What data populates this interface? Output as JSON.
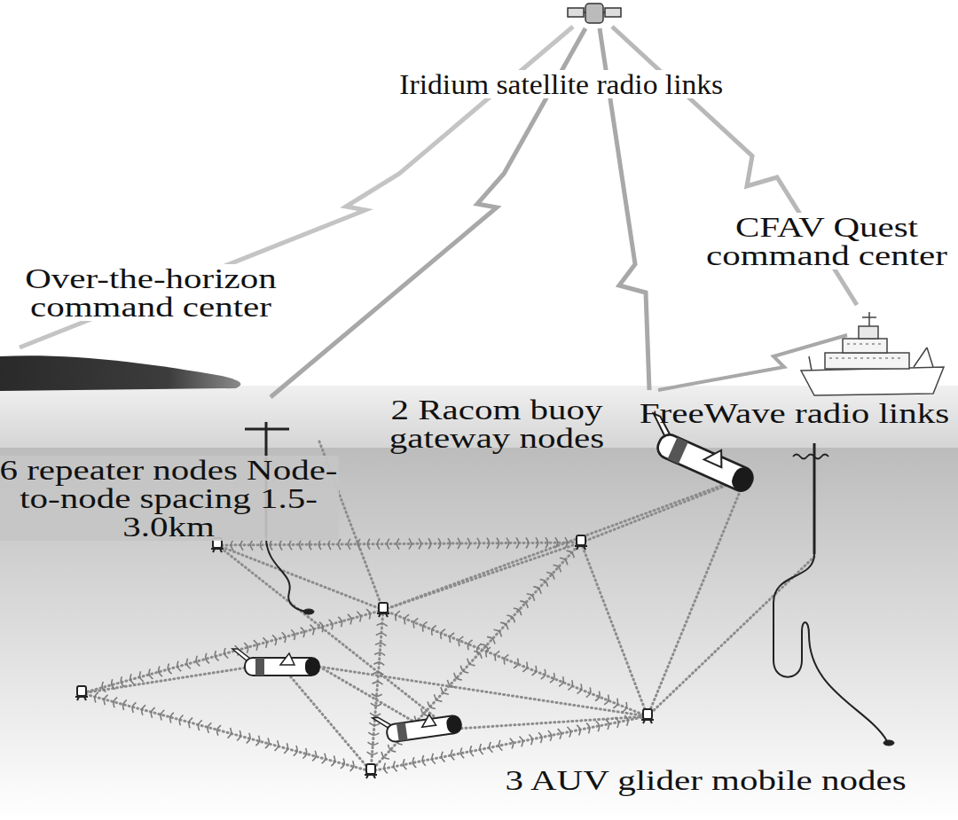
{
  "diagram": {
    "labels": [
      "Iridium satellite radio links",
      "Over-the-horizon command center",
      "CFAV Quest command center",
      "2 Racom buoy gateway nodes",
      "FreeWave radio links",
      "6 repeater nodes Node-to-node spacing 1.5-3.0km",
      "3 AUV glider mobile nodes"
    ]
  }
}
